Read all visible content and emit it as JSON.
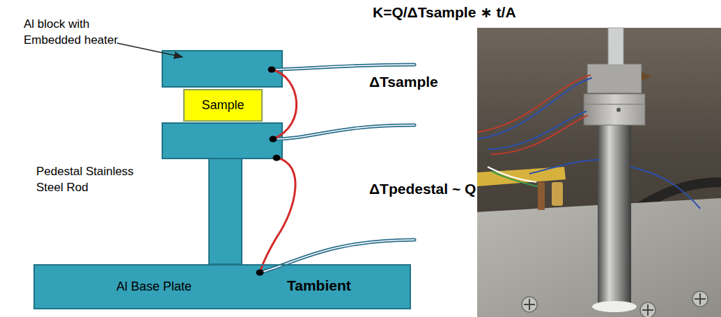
{
  "diagram": {
    "nodes": [
      {
        "text": [
          "Sample"
        ]
      },
      {
        "text": [
          "Al Base Plate",
          "Tambient"
        ]
      }
    ],
    "labels": [
      "K=Q/ΔTsample ∗ t/A",
      "Al block with Embedded heater",
      "ΔTsample",
      "Pedestal Stainless Steel Rod",
      "ΔTpedestal ~ Q"
    ]
  }
}
